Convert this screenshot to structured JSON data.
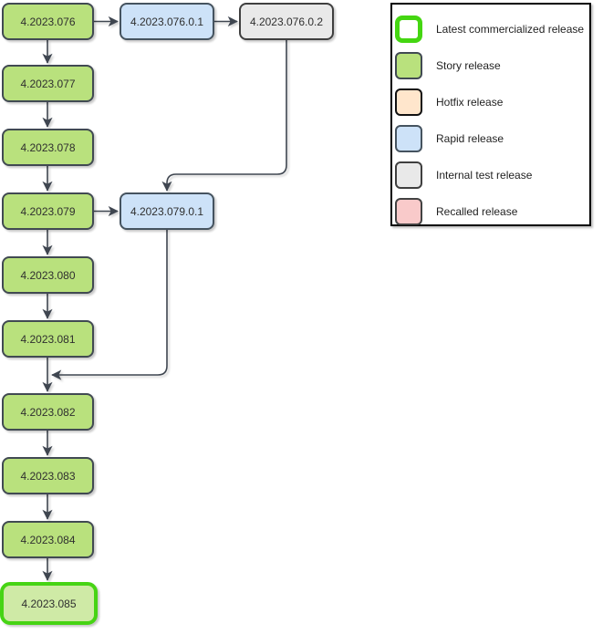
{
  "diagram": {
    "nodes": [
      {
        "label": "4.2023.076",
        "type": "story"
      },
      {
        "label": "4.2023.076.0.1",
        "type": "rapid"
      },
      {
        "label": "4.2023.076.0.2",
        "type": "internal"
      },
      {
        "label": "4.2023.077",
        "type": "story"
      },
      {
        "label": "4.2023.078",
        "type": "story"
      },
      {
        "label": "4.2023.079",
        "type": "story"
      },
      {
        "label": "4.2023.079.0.1",
        "type": "rapid"
      },
      {
        "label": "4.2023.080",
        "type": "story"
      },
      {
        "label": "4.2023.081",
        "type": "story"
      },
      {
        "label": "4.2023.082",
        "type": "story"
      },
      {
        "label": "4.2023.083",
        "type": "story"
      },
      {
        "label": "4.2023.084",
        "type": "story"
      },
      {
        "label": "4.2023.085",
        "type": "story",
        "latest_commercialized": true
      }
    ],
    "edges": [
      {
        "from": "4.2023.076",
        "to": "4.2023.077"
      },
      {
        "from": "4.2023.077",
        "to": "4.2023.078"
      },
      {
        "from": "4.2023.078",
        "to": "4.2023.079"
      },
      {
        "from": "4.2023.079",
        "to": "4.2023.080"
      },
      {
        "from": "4.2023.080",
        "to": "4.2023.081"
      },
      {
        "from": "4.2023.081",
        "to": "4.2023.082"
      },
      {
        "from": "4.2023.082",
        "to": "4.2023.083"
      },
      {
        "from": "4.2023.083",
        "to": "4.2023.084"
      },
      {
        "from": "4.2023.084",
        "to": "4.2023.085"
      },
      {
        "from": "4.2023.076",
        "to": "4.2023.076.0.1"
      },
      {
        "from": "4.2023.076.0.1",
        "to": "4.2023.076.0.2"
      },
      {
        "from": "4.2023.079",
        "to": "4.2023.079.0.1"
      },
      {
        "from": "4.2023.076.0.2",
        "to": "4.2023.079.0.1"
      },
      {
        "from": "4.2023.079.0.1",
        "to": "4.2023.082"
      }
    ]
  },
  "legend": {
    "items": [
      {
        "label": "Latest commercialized release",
        "swatch": "latest"
      },
      {
        "label": "Story release",
        "swatch": "story"
      },
      {
        "label": "Hotfix release",
        "swatch": "hotfix"
      },
      {
        "label": "Rapid release",
        "swatch": "rapid"
      },
      {
        "label": "Internal test release",
        "swatch": "internal"
      },
      {
        "label": "Recalled release",
        "swatch": "recalled"
      }
    ]
  },
  "colors": {
    "story_fill": "#b9e17d",
    "latest_fill": "#cfeaa6",
    "latest_border": "#44d611",
    "rapid_fill": "#cde2f8",
    "internal_fill": "#e9e9e9",
    "hotfix_fill": "#ffe6cc",
    "recalled_fill": "#f9caca",
    "node_border": "#414a52",
    "connector": "#3f4650",
    "legend_border": "#000000",
    "background": "#ffffff"
  }
}
